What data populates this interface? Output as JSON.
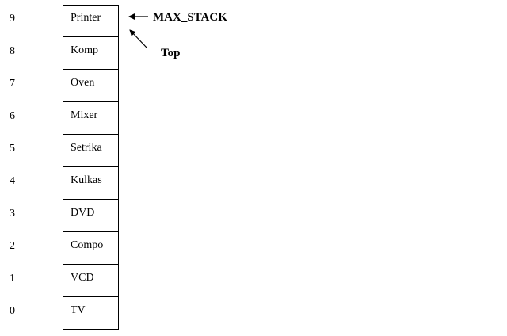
{
  "stack": {
    "cells": [
      {
        "index": "9",
        "label": "Printer"
      },
      {
        "index": "8",
        "label": "Komp"
      },
      {
        "index": "7",
        "label": "Oven"
      },
      {
        "index": "6",
        "label": "Mixer"
      },
      {
        "index": "5",
        "label": "Setrika"
      },
      {
        "index": "4",
        "label": "Kulkas"
      },
      {
        "index": "3",
        "label": "DVD"
      },
      {
        "index": "2",
        "label": "Compo"
      },
      {
        "index": "1",
        "label": "VCD"
      },
      {
        "index": "0",
        "label": "TV"
      }
    ]
  },
  "annotations": {
    "max_stack": "MAX_STACK",
    "top": "Top"
  }
}
